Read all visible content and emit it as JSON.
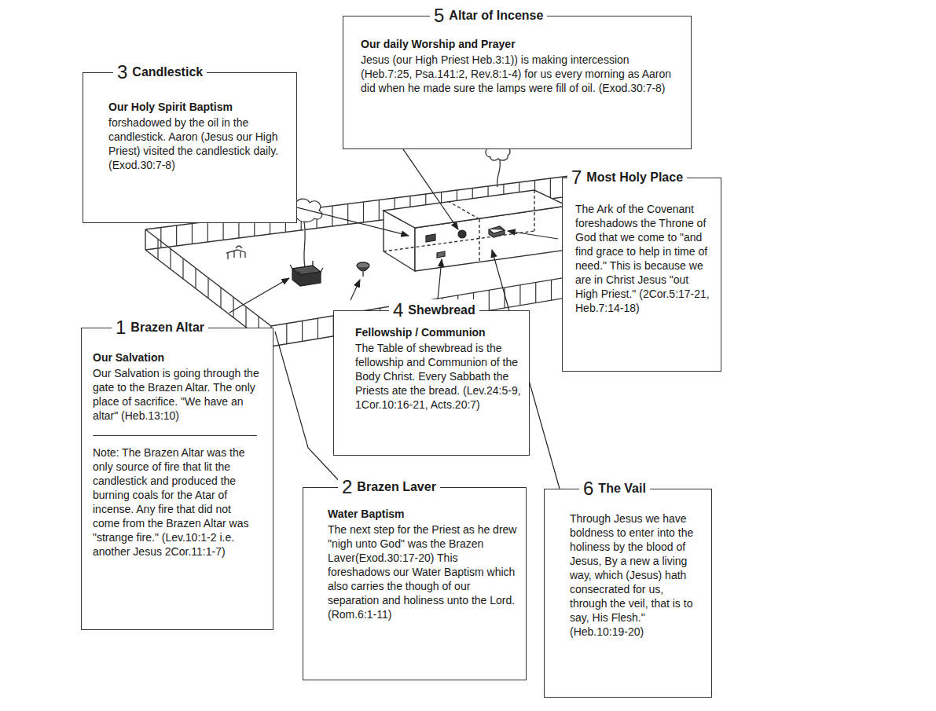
{
  "diagram": {
    "nodes": [
      {
        "text": [
          "5",
          "Altar of Incense",
          "Our daily Worship and Prayer",
          "Jesus (our High Priest Heb.3:1)) is making intercession (Heb.7:25, Psa.141:2, Rev.8:1-4) for us every morning as Aaron did when he made sure the lamps were fill of oil. (Exod.30:7-8)"
        ]
      },
      {
        "text": [
          "3",
          "Candlestick",
          "Our Holy Spirit Baptism",
          "forshadowed by the oil in the candlestick. Aaron (Jesus our High Priest) visited the candlestick daily.(Exod.30:7-8)"
        ]
      },
      {
        "text": [
          "7",
          "Most Holy Place",
          "The Ark of the Covenant foreshadows the Throne of God that we come to \"and find grace to help in time of need.\" This is because we are in Christ Jesus \"out High Priest.\" (2Cor.5:17-21, Heb.7:14-18)"
        ]
      },
      {
        "text": [
          "4",
          "Shewbread",
          "Fellowship / Communion",
          "The Table of shewbread is the fellowship and Communion of the Body Christ. Every Sabbath the Priests ate the bread. (Lev.24:5-9, 1Cor.10:16-21, Acts.20:7)"
        ]
      },
      {
        "text": [
          "1",
          "Brazen Altar",
          "Our Salvation",
          "Our Salvation is going through the gate to the Brazen Altar. The only place of sacrifice. \"We have an altar\" (Heb.13:10)",
          "Note: The Brazen Altar was the only source of fire that lit the candlestick and produced the burning coals for the Atar of incense. Any fire that did not come from the Brazen Altar was \"strange fire.\" (Lev.10:1-2 i.e. another Jesus 2Cor.11:1-7)"
        ]
      },
      {
        "text": [
          "2",
          "Brazen Laver",
          "Water Baptism",
          "The next step for the Priest as he drew \"nigh unto God\" was the Brazen Laver(Exod.30:17-20) This foreshadows our Water Baptism which also carries the though of our separation and holiness unto the Lord. (Rom.6:1-11)"
        ]
      },
      {
        "text": [
          "6",
          "The Vail",
          "Through Jesus we have boldness to enter into the holiness by the blood of Jesus, By a new a living way, which (Jesus) hath consecrated for us, through the veil, that is to say, His Flesh.\" (Heb.10:19-20)"
        ]
      }
    ]
  }
}
